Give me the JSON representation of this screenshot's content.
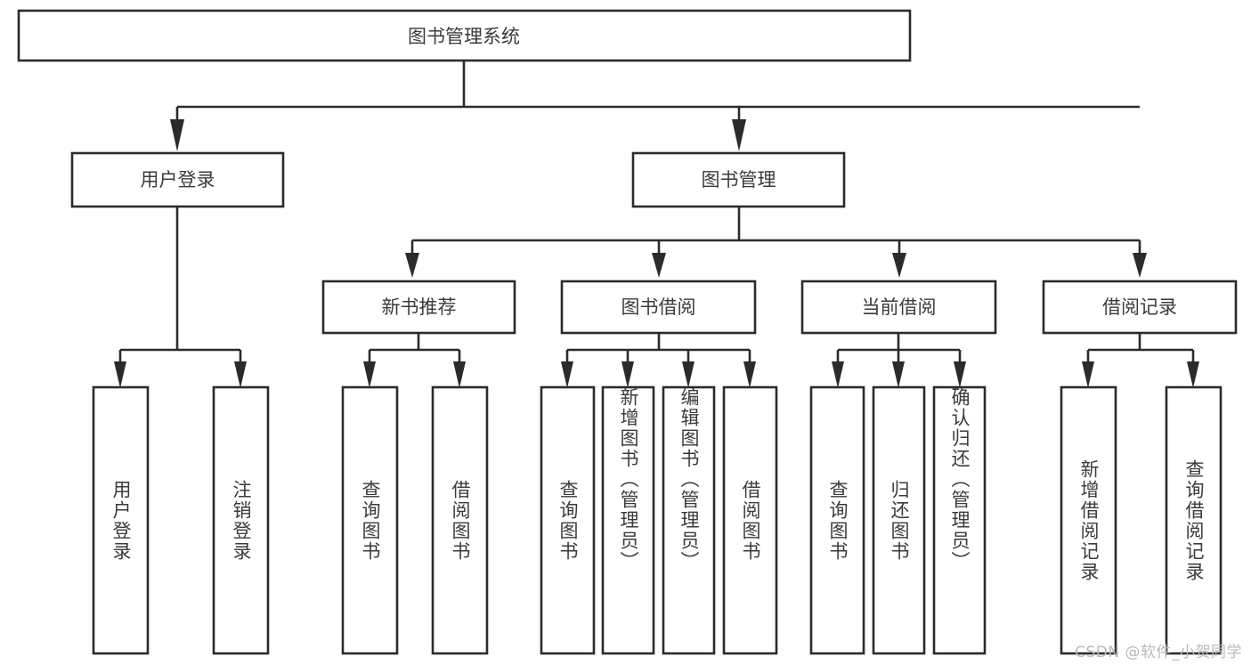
{
  "diagram": {
    "title": "图书管理系统",
    "type": "tree-hierarchy",
    "root": {
      "label": "图书管理系统"
    },
    "level2": [
      {
        "label": "用户登录"
      },
      {
        "label": "图书管理"
      }
    ],
    "level3": [
      {
        "label": "新书推荐"
      },
      {
        "label": "图书借阅"
      },
      {
        "label": "当前借阅"
      },
      {
        "label": "借阅记录"
      }
    ],
    "leaves": {
      "user_login": [
        {
          "label": "用户登录"
        },
        {
          "label": "注销登录"
        }
      ],
      "new_book_recommend": [
        {
          "label": "查询图书"
        },
        {
          "label": "借阅图书"
        }
      ],
      "book_borrow": [
        {
          "label": "查询图书"
        },
        {
          "label": "新增图书（管理员）"
        },
        {
          "label": "编辑图书（管理员）"
        },
        {
          "label": "借阅图书"
        }
      ],
      "current_borrow": [
        {
          "label": "查询图书"
        },
        {
          "label": "归还图书"
        },
        {
          "label": "确认归还（管理员）"
        }
      ],
      "borrow_record": [
        {
          "label": "新增借阅记录"
        },
        {
          "label": "查询借阅记录"
        }
      ]
    }
  },
  "watermark": {
    "text": "CSDN @软件_小贺同学"
  },
  "colors": {
    "stroke": "#2b2b2b",
    "box_fill": "#ffffff",
    "text": "#3b3b3b",
    "watermark": "#b9b9b9",
    "background": "#ffffff"
  }
}
